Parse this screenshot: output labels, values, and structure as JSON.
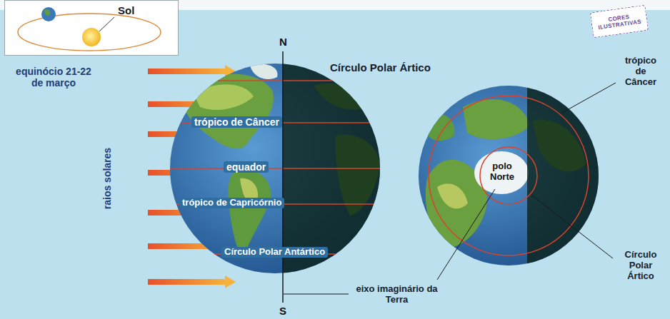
{
  "diagram": {
    "nodes": [
      {
        "text": [
          "Sol"
        ]
      },
      {
        "text": [
          "CORES ILUSTRATIVAS"
        ]
      }
    ],
    "labels": [
      "equinócio 21-22 de março",
      "raios solares",
      "N",
      "Círculo Polar Ártico",
      "trópico de Câncer",
      "equador",
      "trópico de Capricórnio",
      "Círculo Polar Antártico",
      "S",
      "eixo imaginário da Terra",
      "trópico de Câncer",
      "polo Norte",
      "Círculo Polar Ártico"
    ]
  }
}
